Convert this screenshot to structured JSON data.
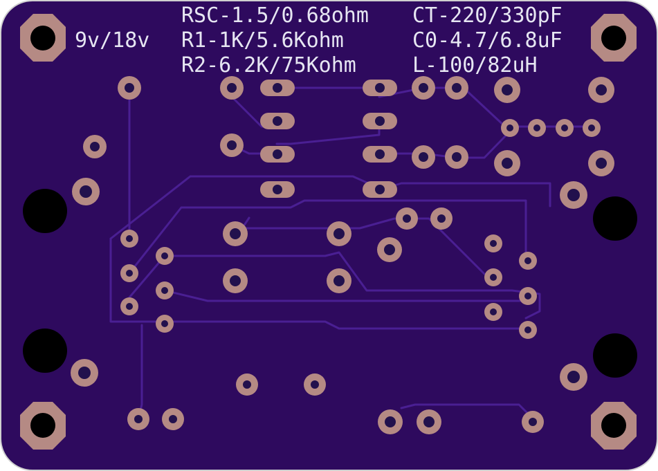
{
  "board": {
    "substrate_color": "#2e0a5e",
    "copper_color": "#b58a84",
    "trace_color": "#4a1f93",
    "silkscreen_color": "#e6e6f2"
  },
  "silkscreen": {
    "supply": "9v/18v",
    "rsc": "RSC-1.5/0.68ohm",
    "r1": "R1-1K/5.6Kohm",
    "r2": "R2-6.2K/75Kohm",
    "ct": "CT-220/330pF",
    "c0": "C0-4.7/6.8uF",
    "l": "L-100/82uH"
  }
}
